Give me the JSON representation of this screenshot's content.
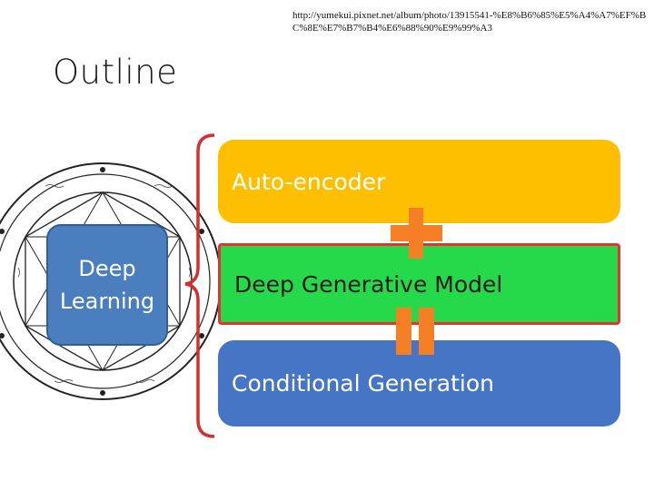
{
  "header": {
    "source_url": "http://yumekui.pixnet.net/album/photo/13915541-%E8%B6%85%E5%A4%A7%EF%BC%8E%E7%B7%B4%E6%88%90%E9%99%A3",
    "title": "Outline"
  },
  "left_emblem": {
    "label_line1": "Deep",
    "label_line2": "Learning",
    "box_color": "#4a7ebe"
  },
  "stack": {
    "items": [
      {
        "label": "Auto-encoder",
        "color": "#fdbf00"
      },
      {
        "label": "Deep Generative Model",
        "color": "#26d94a",
        "highlight_border": "#e53333"
      },
      {
        "label": "Conditional Generation",
        "color": "#4775c5"
      }
    ],
    "operators": [
      "plus-icon",
      "equals-icon"
    ],
    "operator_color": "#f47f25",
    "brace_color": "#d32f2f"
  }
}
